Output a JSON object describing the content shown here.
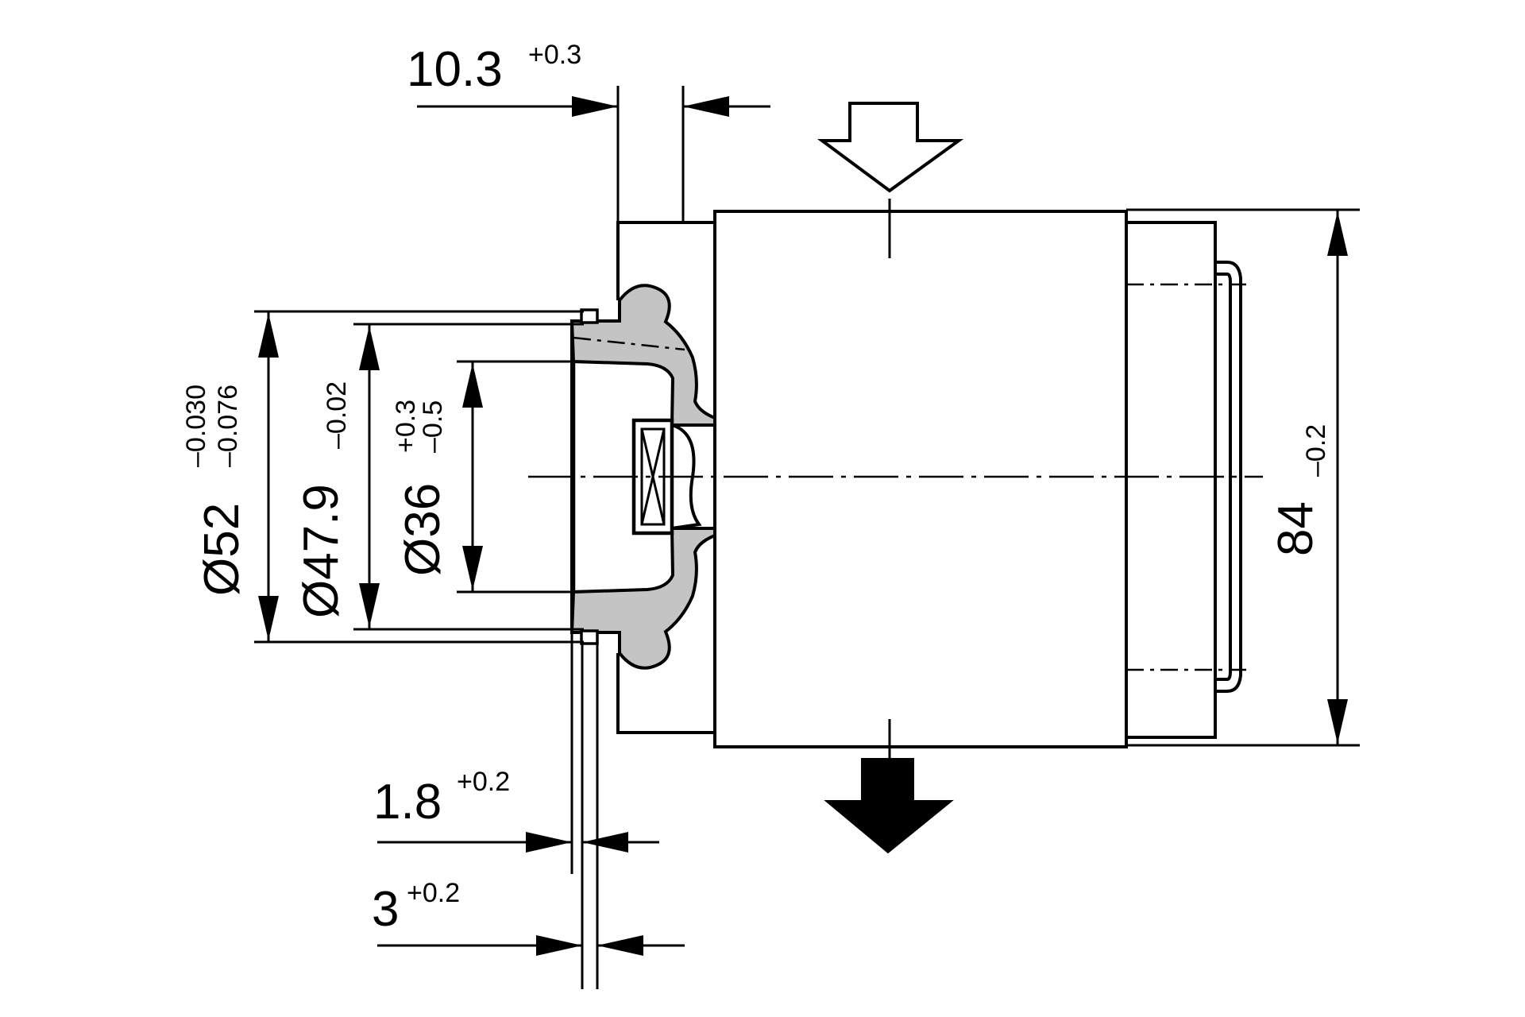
{
  "dimensions": {
    "d10_3": {
      "value": "10.3",
      "tol": "+0.3"
    },
    "d52": {
      "value": "Ø52",
      "tol_upper": "–0.030",
      "tol_lower": "–0.076"
    },
    "d47_9": {
      "value": "Ø47.9",
      "tol": "–0.02"
    },
    "d36": {
      "value": "Ø36",
      "tol_upper": "+0.3",
      "tol_lower": "–0.5"
    },
    "d84": {
      "value": "84",
      "tol": "–0.2"
    },
    "d1_8": {
      "value": "1.8",
      "tol": "+0.2"
    },
    "d3": {
      "value": "3",
      "tol": "+0.2"
    }
  },
  "flow": {
    "inlet": "open-down-arrow-icon",
    "outlet": "solid-down-arrow-icon"
  },
  "colors": {
    "line": "#000000",
    "section_fill": "#c4c4c4",
    "background": "#ffffff"
  }
}
